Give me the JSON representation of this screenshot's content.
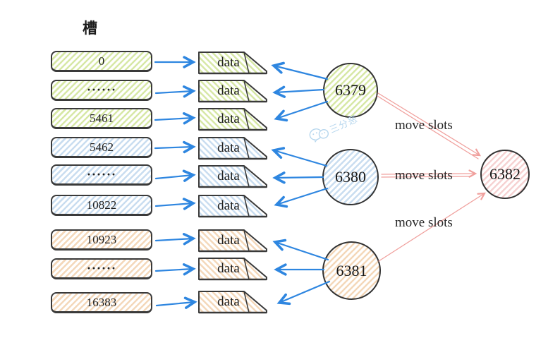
{
  "header": {
    "slots_label": "槽"
  },
  "doc_label": "data",
  "move_slots_labels": [
    "move slots",
    "move slots",
    "move slots"
  ],
  "source_nodes": [
    {
      "label": "6379",
      "theme": "green",
      "slots": [
        "0",
        "······",
        "5461"
      ]
    },
    {
      "label": "6380",
      "theme": "blue",
      "slots": [
        "5462",
        "······",
        "10822"
      ]
    },
    {
      "label": "6381",
      "theme": "orange",
      "slots": [
        "10923",
        "······",
        "16383"
      ]
    }
  ],
  "target_node": {
    "label": "6382",
    "theme": "pink"
  },
  "watermark": {
    "icon": "wechat-icon",
    "text": "三分恶"
  },
  "colors": {
    "hatch_green": "#d7e8a6",
    "hatch_blue": "#c9ddf0",
    "hatch_orange": "#f4d8ba",
    "hatch_pink": "#f6d2d2",
    "outline": "#3a3a3a",
    "arrow_blue": "#2e86e0",
    "arrow_pink": "#f0a09d",
    "text": "#1f1f1f",
    "watermark_blue": "#b7d7ee"
  }
}
